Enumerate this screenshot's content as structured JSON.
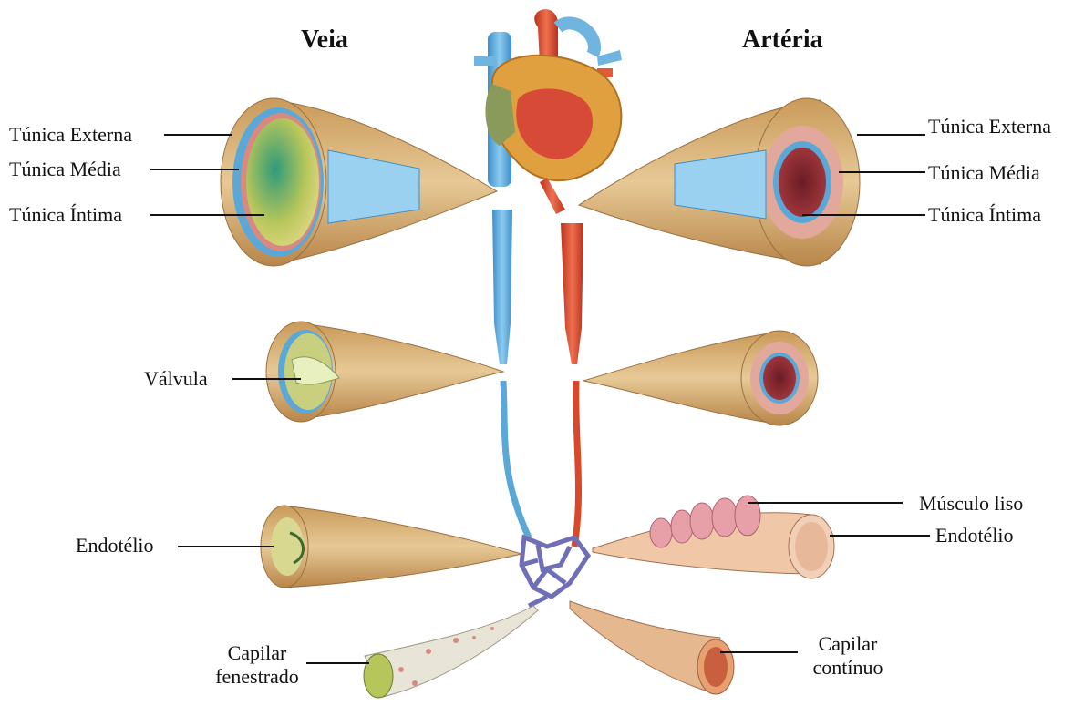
{
  "titles": {
    "vein": "Veia",
    "artery": "Artéria"
  },
  "vein_labels": {
    "externa": "Túnica Externa",
    "media": "Túnica Média",
    "intima": "Túnica Íntima",
    "valvula": "Válvula",
    "endotelio": "Endotélio",
    "capilar_fenestrado_1": "Capilar",
    "capilar_fenestrado_2": "fenestrado"
  },
  "artery_labels": {
    "externa": "Túnica Externa",
    "media": "Túnica Média",
    "intima": "Túnica Íntima",
    "musculo": "Músculo liso",
    "endotelio": "Endotélio",
    "capilar_continuo_1": "Capilar",
    "capilar_continuo_2": "contínuo"
  },
  "colors": {
    "vein": "#5aa8d8",
    "artery": "#d9482b",
    "tissue": "#d9b27a",
    "capillary": "#6f6fb8",
    "muscle": "#e8a0a8"
  }
}
